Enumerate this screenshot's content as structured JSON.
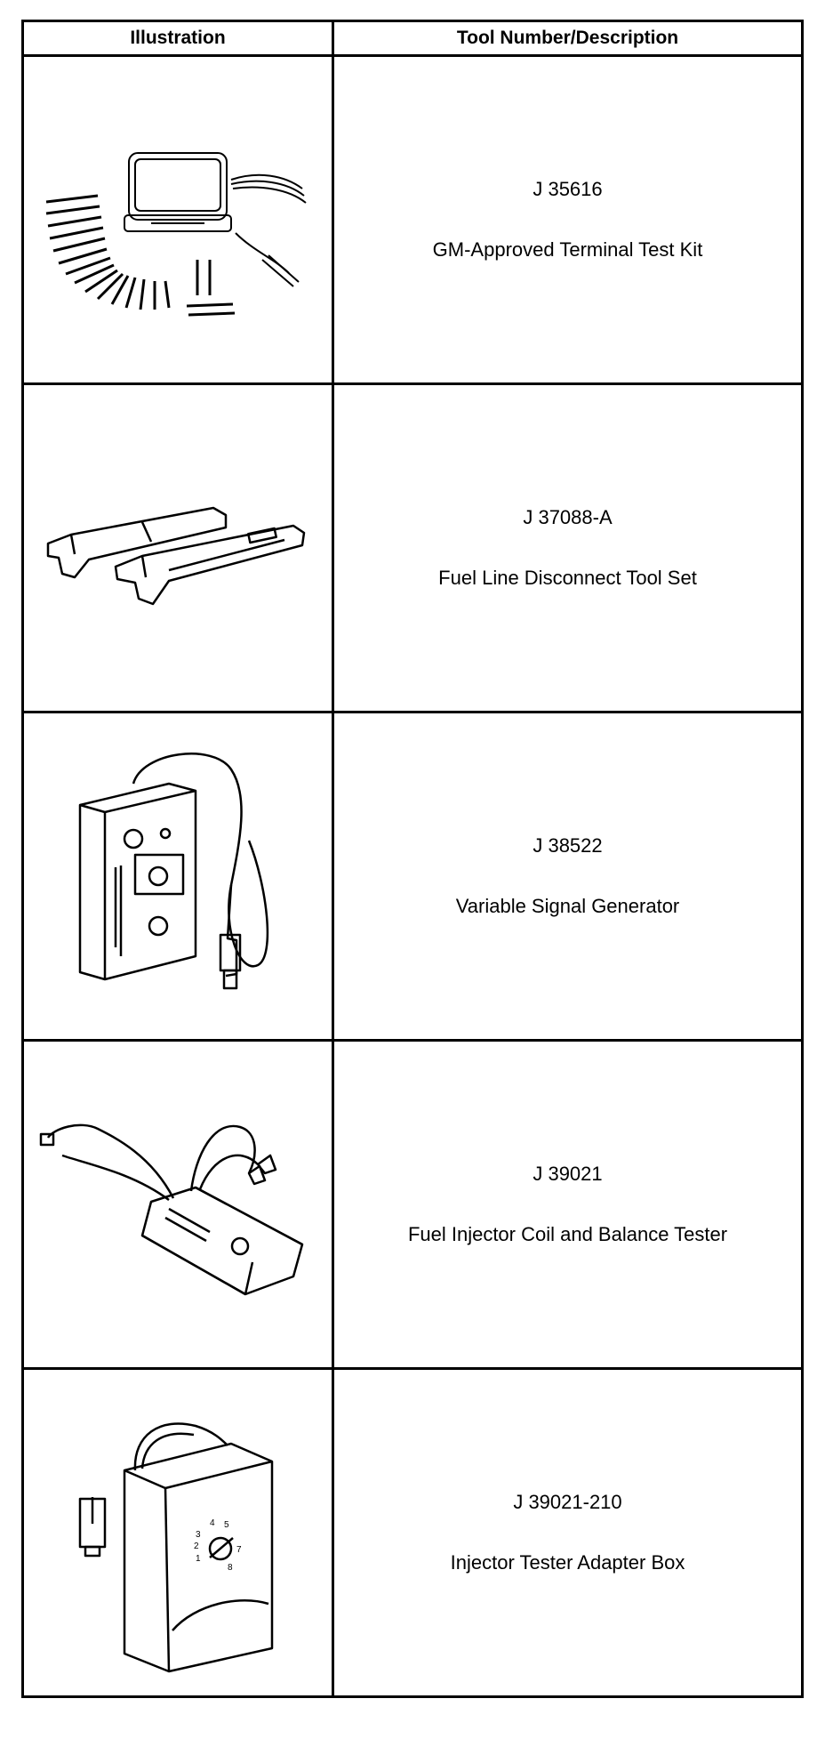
{
  "table": {
    "headers": {
      "illustration": "Illustration",
      "tool": "Tool Number/Description"
    },
    "rows": [
      {
        "number": "J 35616",
        "description": "GM-Approved Terminal Test Kit",
        "illustration_icon": "terminal-test-kit-icon"
      },
      {
        "number": "J 37088-A",
        "description": "Fuel Line Disconnect Tool Set",
        "illustration_icon": "fuel-line-disconnect-tools-icon"
      },
      {
        "number": "J 38522",
        "description": "Variable Signal Generator",
        "illustration_icon": "signal-generator-icon"
      },
      {
        "number": "J 39021",
        "description": "Fuel Injector Coil and Balance Tester",
        "illustration_icon": "injector-tester-icon"
      },
      {
        "number": "J 39021-210",
        "description": "Injector Tester Adapter Box",
        "illustration_icon": "adapter-box-icon",
        "dial_labels": [
          "1",
          "2",
          "3",
          "4",
          "5",
          "7",
          "8"
        ]
      }
    ]
  }
}
